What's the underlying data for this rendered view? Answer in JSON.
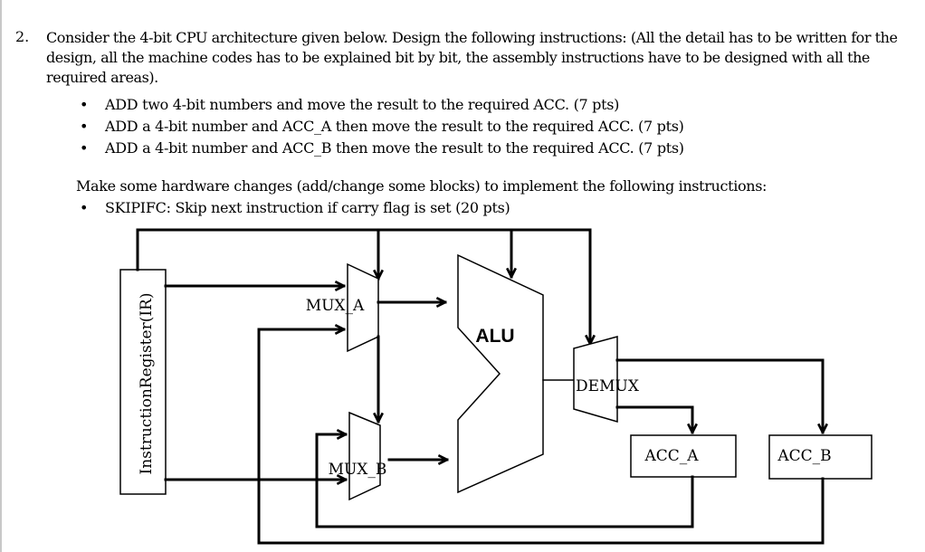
{
  "question": {
    "number": "2.",
    "text": "Consider the 4-bit CPU architecture given below. Design the following instructions: (All the detail has to be written for the design, all the machine codes has to be explained bit by bit, the assembly instructions have to be designed with all the required areas).",
    "instructions": [
      "ADD two 4-bit numbers and move the result to the required ACC. (7 pts)",
      "ADD a 4-bit number and ACC_A then move the result to the required ACC. (7 pts)",
      "ADD a 4-bit number and ACC_B then move the result to the required ACC. (7 pts)"
    ],
    "hardware_note": "Make some hardware changes (add/change some blocks) to implement the following instructions:",
    "hardware_instructions": [
      "SKIPIFC: Skip next instruction if carry flag is set (20 pts)"
    ],
    "bullet_glyph": "•"
  },
  "diagram": {
    "ir_label": "InstructionRegister(IR)",
    "mux_a_label": "MUX_A",
    "mux_b_label": "MUX_B",
    "alu_label": "ALU",
    "demux_label": "DEMUX",
    "acc_a_label": "ACC_A",
    "acc_b_label": "ACC_B"
  }
}
